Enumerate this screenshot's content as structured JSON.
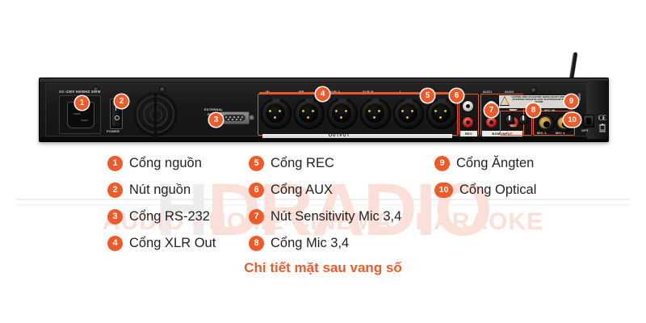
{
  "watermark": {
    "brand_a": "H",
    "brand_b": "D",
    "brand_c": "RADIO",
    "tagline": "AUDIO - HOME CINEMA - KARAOKE"
  },
  "caption": "Chi tiết mặt sau vang số",
  "colors": {
    "accent": "#ef5a28",
    "callout_box": "#e8582a",
    "panel_dark": "#181818",
    "legend_text": "#231f20"
  },
  "legend": {
    "columns": [
      {
        "items": [
          {
            "num": "1",
            "label": "Cổng nguồn"
          },
          {
            "num": "2",
            "label": "Nút nguồn"
          },
          {
            "num": "3",
            "label": "Cổng RS-232"
          },
          {
            "num": "4",
            "label": "Cổng XLR Out"
          }
        ]
      },
      {
        "items": [
          {
            "num": "5",
            "label": "Cổng REC"
          },
          {
            "num": "6",
            "label": "Cổng AUX"
          },
          {
            "num": "7",
            "label": "Nút Sensitivity Mic 3,4"
          },
          {
            "num": "8",
            "label": "Cổng Mic 3,4"
          }
        ]
      },
      {
        "items": [
          {
            "num": "9",
            "label": "Cổng Ăngten"
          },
          {
            "num": "10",
            "label": "Cổng Optical"
          }
        ]
      }
    ]
  },
  "device": {
    "callouts": [
      {
        "num": "1"
      },
      {
        "num": "2"
      },
      {
        "num": "3"
      },
      {
        "num": "4"
      },
      {
        "num": "5"
      },
      {
        "num": "6"
      },
      {
        "num": "7"
      },
      {
        "num": "8"
      },
      {
        "num": "9"
      },
      {
        "num": "10"
      }
    ],
    "silkscreen": {
      "ac_rating": "AC~230V 50/60HZ 250W",
      "power": "POWER",
      "external": "EXTERNAL",
      "rs232": "RS-232",
      "output": "OUTPUT",
      "rec": "REC",
      "bgm_input": "BGM INPUT",
      "aux1": "AUX1",
      "aux2": "AUX2",
      "mic": "MIC",
      "mic_sens_3": "3",
      "mic_sens_4": "4",
      "mic_in": "MIC IN",
      "mic3": "MIC 3",
      "mic4": "MIC 4",
      "ant": "ANT",
      "opt": "OPT",
      "ce": "CE",
      "xlr_labels": [
        "ML",
        "MR",
        "SUB A",
        "SUB B",
        "L",
        "R"
      ],
      "caution": "CAUTION: RISK OF ELECTRIC SHOCK DO NOT OPEN / ATTENTION: RISQUE DE CHOC ELECTRIQUE NE PAS OUVRIR"
    }
  }
}
